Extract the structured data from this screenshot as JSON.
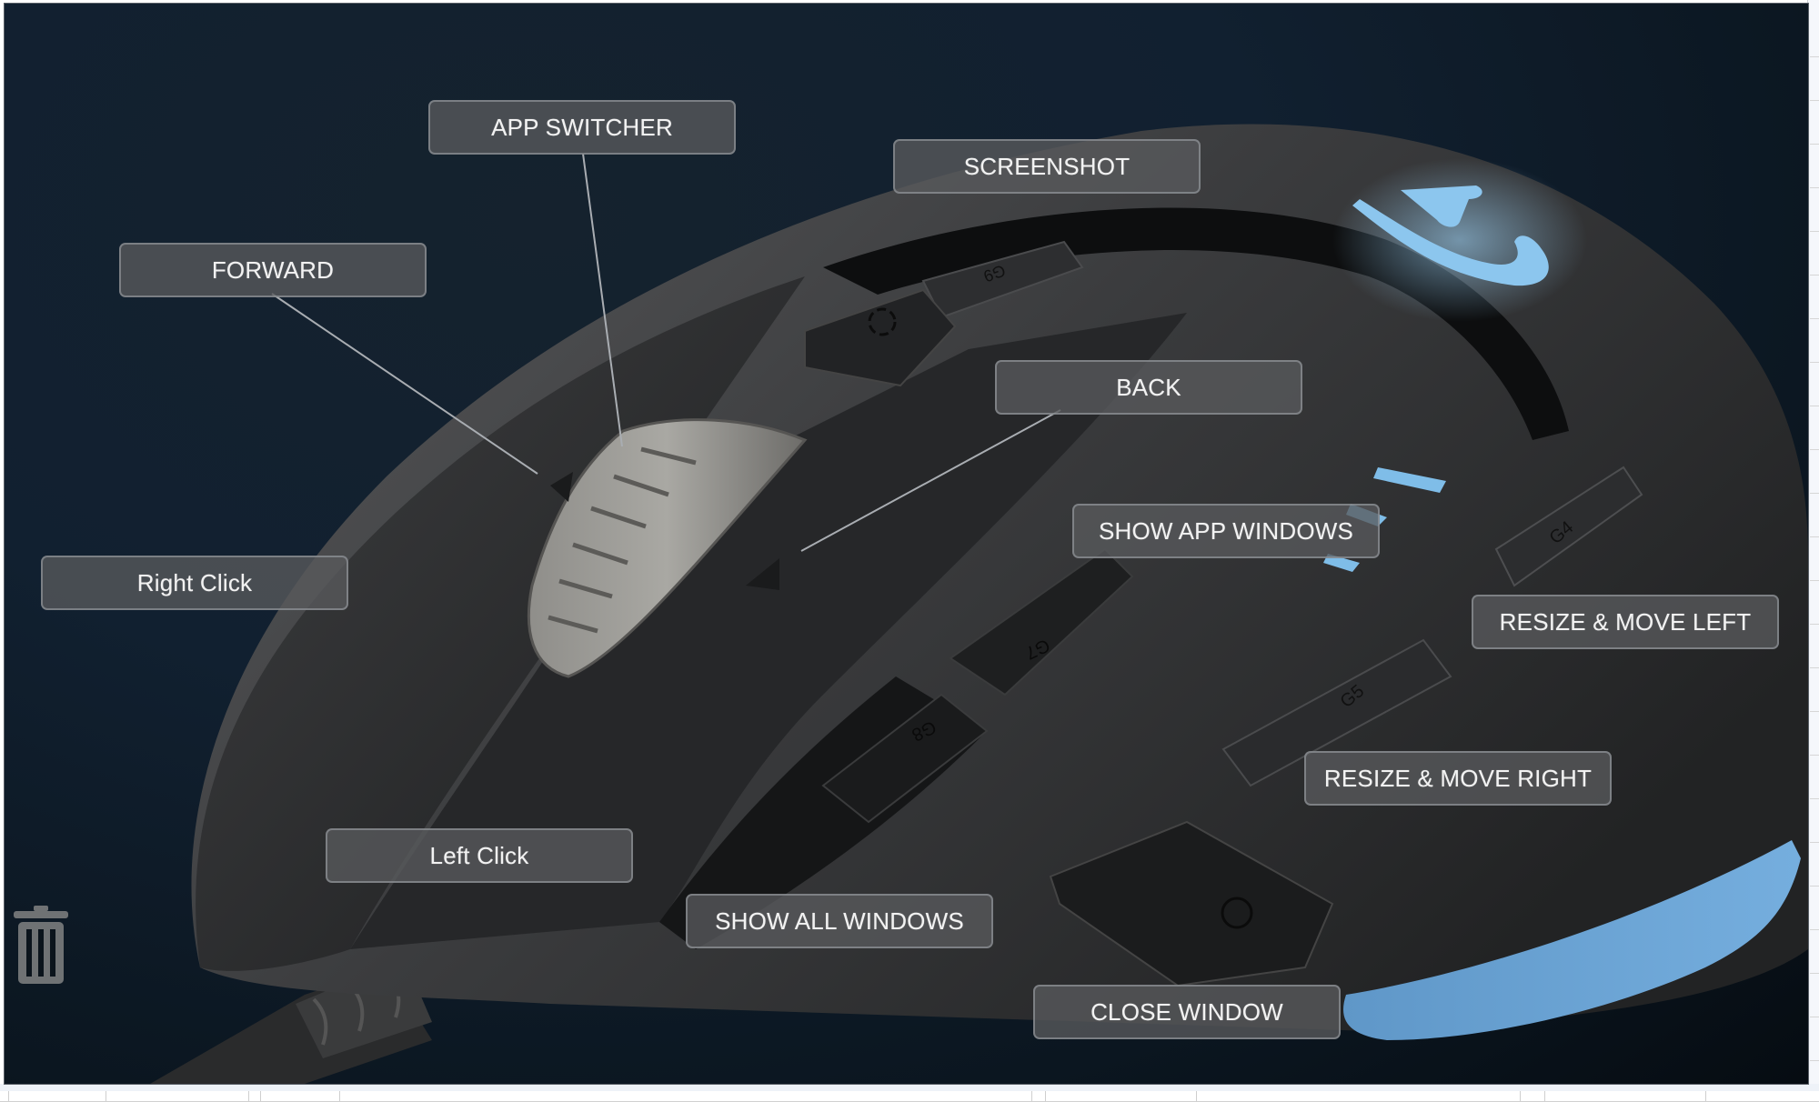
{
  "mapping_labels": [
    {
      "id": "app-switcher",
      "label": "APP SWITCHER"
    },
    {
      "id": "screenshot",
      "label": "SCREENSHOT"
    },
    {
      "id": "forward",
      "label": "FORWARD"
    },
    {
      "id": "back",
      "label": "BACK"
    },
    {
      "id": "show-app-windows",
      "label": "SHOW APP WINDOWS"
    },
    {
      "id": "right-click",
      "label": "Right Click"
    },
    {
      "id": "resize-move-left",
      "label": "RESIZE & MOVE LEFT"
    },
    {
      "id": "resize-move-right",
      "label": "RESIZE & MOVE RIGHT"
    },
    {
      "id": "left-click",
      "label": "Left Click"
    },
    {
      "id": "show-all-windows",
      "label": "SHOW ALL WINDOWS"
    },
    {
      "id": "close-window",
      "label": "CLOSE WINDOW"
    }
  ],
  "mouse_keys": {
    "g4": "G4",
    "g5": "G5",
    "g7": "G7",
    "g8": "G8",
    "g9": "G9"
  },
  "icons": {
    "delete": "trash-icon",
    "logo": "logitech-g-logo"
  },
  "colors": {
    "accent_blue": "#6aa6d8",
    "logo_blue": "#8cc6ee",
    "label_bg": "#58595c",
    "panel_bg": "#112030"
  }
}
